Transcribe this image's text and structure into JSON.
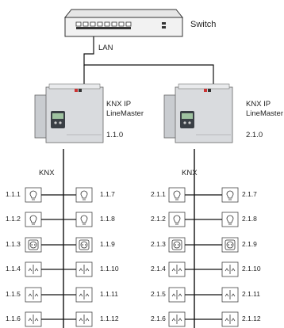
{
  "switch": {
    "label": "Switch",
    "link_label": "LAN"
  },
  "gateways": [
    {
      "name_line1": "KNX IP",
      "name_line2": "LineMaster",
      "address": "1.1.0",
      "bus_label": "KNX"
    },
    {
      "name_line1": "KNX IP",
      "name_line2": "LineMaster",
      "address": "2.1.0",
      "bus_label": "KNX"
    }
  ],
  "devices": [
    {
      "left": [
        "1.1.1",
        "1.1.2",
        "1.1.3",
        "1.1.4",
        "1.1.5",
        "1.1.6"
      ],
      "right": [
        "1.1.7",
        "1.1.8",
        "1.1.9",
        "1.1.10",
        "1.1.11",
        "1.1.12"
      ]
    },
    {
      "left": [
        "2.1.1",
        "2.1.2",
        "2.1.3",
        "2.1.4",
        "2.1.5",
        "2.1.6"
      ],
      "right": [
        "2.1.7",
        "2.1.8",
        "2.1.9",
        "2.1.10",
        "2.1.11",
        "2.1.12"
      ]
    }
  ],
  "device_kinds": [
    "lamp-icon",
    "lamp-icon",
    "socket-icon",
    "switch-icon",
    "switch-icon",
    "switch-icon"
  ],
  "colors": {
    "line": "#111111",
    "device_border": "#444444",
    "gateway_body": "#d9dbde",
    "display": "#3a3f45"
  }
}
